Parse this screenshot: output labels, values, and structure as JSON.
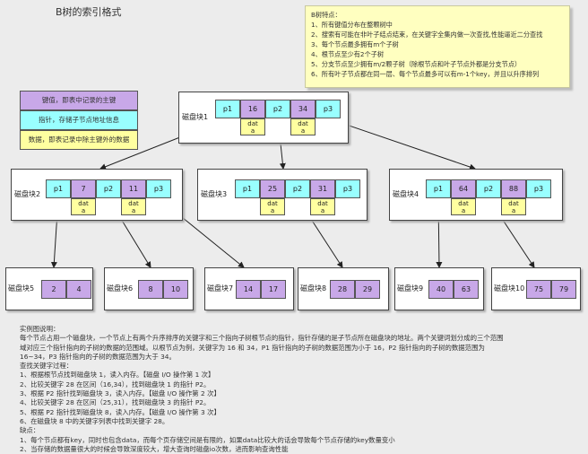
{
  "title": "B树的索引格式",
  "note": {
    "heading": "B树特点：",
    "items": [
      "1、所有键值分布在整颗树中",
      "2、搜索有可能在非叶子结点结束，在关键字全集内做一次查找,性能逼近二分查找",
      "3、每个节点最多拥有m个子树",
      "4、根节点至少有2个子树",
      "5、分支节点至少拥有m/2颗子树（除根节点和叶子节点外都是分支节点）",
      "6、所有叶子节点都在同一层、每个节点最多可以有m-1个key，并且以升序排列"
    ]
  },
  "legend": [
    {
      "text": "键值，即表中记录的主键",
      "color": "#c8a8e8"
    },
    {
      "text": "指针，存储子节点地址信息",
      "color": "#99ffff"
    },
    {
      "text": "数据，即表记录中除主键外的数据",
      "color": "#ffffa0"
    }
  ],
  "data_cell_text": [
    "dat",
    "a"
  ],
  "disks": {
    "root": {
      "label": "磁盘块1",
      "cells": [
        "p1",
        "16",
        "p2",
        "34",
        "p3"
      ]
    },
    "mid": [
      {
        "label": "磁盘块2",
        "cells": [
          "p1",
          "7",
          "p2",
          "11",
          "p3"
        ]
      },
      {
        "label": "磁盘块3",
        "cells": [
          "p1",
          "25",
          "p2",
          "31",
          "p3"
        ]
      },
      {
        "label": "磁盘块4",
        "cells": [
          "p1",
          "64",
          "p2",
          "88",
          "p3"
        ]
      }
    ],
    "leaves": [
      {
        "label": "磁盘块5",
        "keys": [
          "2",
          "4"
        ]
      },
      {
        "label": "磁盘块6",
        "keys": [
          "8",
          "10"
        ]
      },
      {
        "label": "磁盘块7",
        "keys": [
          "14",
          "17"
        ]
      },
      {
        "label": "磁盘块8",
        "keys": [
          "28",
          "29"
        ]
      },
      {
        "label": "磁盘块9",
        "keys": [
          "40",
          "63"
        ]
      },
      {
        "label": "磁盘块10",
        "keys": [
          "75",
          "79"
        ]
      }
    ]
  },
  "description": [
    "实例图说明：",
    "每个节点占用一个磁盘块，一个节点上有两个升序排序的关键字和三个指向子树根节点的指针，指针存储的是子节点所在磁盘块的地址。两个关键词划分成的三个范围",
    "域对应三个指针指向的子树的数据的范围域。以根节点为例，关键字为 16 和 34，P1 指针指向的子树的数据范围为小于 16，P2 指针指向的子树的数据范围为",
    "16~34，P3 指针指向的子树的数据范围为大于 34。",
    "查找关键字过程：",
    "1、根据根节点找到磁盘块 1，读入内存。【磁盘 I/O 操作第 1 次】",
    "2、比较关键字 28 在区间（16,34），找到磁盘块 1 的指针 P2。",
    "3、根据 P2 指针找到磁盘块 3，读入内存。【磁盘 I/O 操作第 2 次】",
    "4、比较关键字 28 在区间（25,31），找到磁盘块 3 的指针 P2。",
    "5、根据 P2 指针找到磁盘块 8，读入内存。【磁盘 I/O 操作第 3 次】",
    "6、在磁盘块 8 中的关键字列表中找到关键字 28。",
    "缺点：",
    "1、每个节点都有key，同时也包含data，而每个页存储空间是有限的，如果data比较大的话会导致每个节点存储的key数量变小",
    "2、当存储的数据量很大的时候会导致深度较大，增大查询时磁盘io次数，进而影响查询性能"
  ]
}
